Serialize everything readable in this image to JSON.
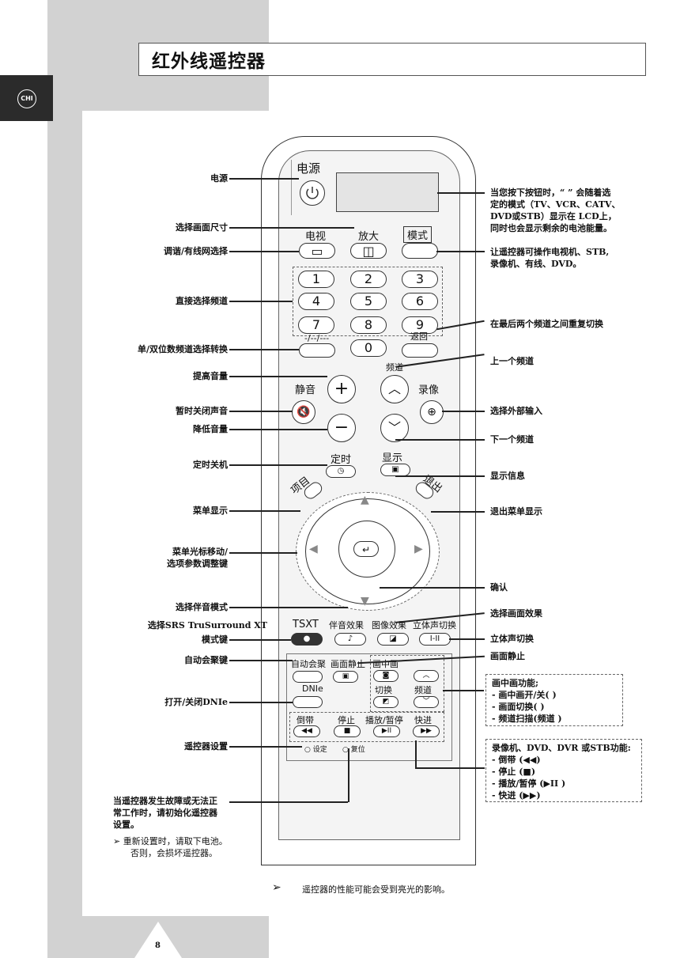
{
  "language_tab": "CHI",
  "title": "红外线遥控器",
  "page_number": "8",
  "remote": {
    "power": "电源",
    "tv": "电视",
    "zoom": "放大",
    "mode": "模式",
    "numbers": [
      "1",
      "2",
      "3",
      "4",
      "5",
      "6",
      "7",
      "8",
      "9",
      "0"
    ],
    "dash_key": "-/--/---",
    "prech": "返回",
    "channel": "频道",
    "mute": "静音",
    "source": "录像",
    "sleep": "定时",
    "info": "显示",
    "menu": "项目",
    "exit": "退出",
    "tsxt": "TSXT",
    "sound_effect": "伴音效果",
    "picture_effect": "图像效果",
    "stereo": "立体声切换",
    "stereo_key": "I-II",
    "auto_focus": "自动会聚",
    "still": "画面静止",
    "pip": "画中画",
    "swap": "切换",
    "pip_channel": "频道",
    "dnie": "DNIe",
    "rew": "倒带",
    "stop": "停止",
    "play_pause": "播放/暂停",
    "ff": "快进",
    "set": "设定",
    "reset": "复位"
  },
  "left_annotations": [
    "电源",
    "选择画面尺寸",
    "调谐/有线网选择",
    "直接选择频道",
    "单/双位数频道选择转换",
    "提高音量",
    "暂时关闭声音",
    "降低音量",
    "定时关机",
    "菜单显示",
    "菜单光标移动/",
    "选项参数调整键",
    "选择伴音模式",
    "选择SRS TruSurround XT",
    "模式键",
    "自动会聚键",
    "打开/关闭DNIe",
    "遥控器设置"
  ],
  "right_annotations": {
    "lcd_note": [
      "当您按下按钮时，“ ” 会随着选",
      "定的模式（TV、VCR、CATV、",
      "DVD或STB）显示在 LCD上，",
      "同时也会显示剩余的电池能量。"
    ],
    "mode_note": [
      "让遥控器可操作电视机、STB,",
      "录像机、有线、DVD。"
    ],
    "prech_note": "在最后两个频道之间重复切换",
    "ch_up": "上一个频道",
    "source_note": "选择外部输入",
    "ch_down": "下一个频道",
    "info_note": "显示信息",
    "exit_note": "退出菜单显示",
    "enter_note": "确认",
    "pic_effect_note": "选择画面效果",
    "stereo_note": "立体声切换",
    "still_note": "画面静止"
  },
  "pip_box": {
    "title": "画中画功能;",
    "items": [
      "- 画中画开/关(  )",
      "- 画面切换(  )",
      "- 频道扫描(频道   )"
    ]
  },
  "vcr_box": {
    "title": "录像机、DVD、DVR 或STB功能:",
    "items": [
      "- 倒带 (◀◀)",
      "- 停止 (■)",
      "- 播放/暂停 (▶II )",
      "- 快进 (▶▶)"
    ]
  },
  "reset_note": [
    "当遥控器发生故障或无法正",
    "常工作时，请初始化遥控器",
    "设置。"
  ],
  "battery_note": [
    "➢ 重新设置时，请取下电池。",
    "否则，会损坏遥控器。"
  ],
  "footer_note": "遥控器的性能可能会受到亮光的影响。",
  "footer_arrow": "➢"
}
